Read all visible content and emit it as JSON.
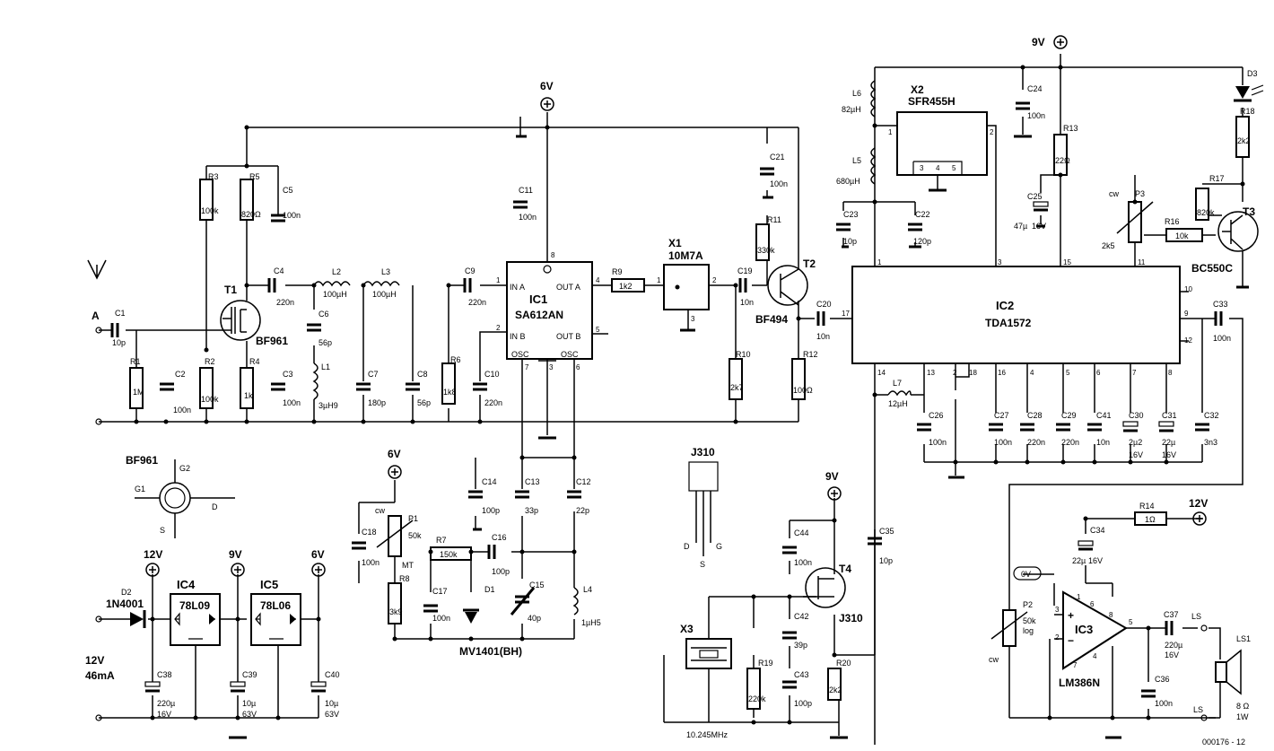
{
  "footer": "000176 - 12",
  "supplies": {
    "v6_top": "6V",
    "v9_top": "9V",
    "v6_p1": "6V",
    "v9_t4": "9V",
    "v12_r14": "12V",
    "v12_in": "12V",
    "v9_ic4": "9V",
    "v6_ic5": "6V",
    "in_rating_v": "12V",
    "in_rating_i": "46mA",
    "vref": "0V"
  },
  "antenna": {
    "a": "A"
  },
  "ics": {
    "ic1": {
      "name": "IC1",
      "part": "SA612AN",
      "ina": "IN A",
      "inb": "IN B",
      "outa": "OUT A",
      "outb": "OUT B",
      "osc1": "OSC",
      "osc2": "OSC",
      "p1": "1",
      "p2": "2",
      "p4": "4",
      "p5": "5",
      "p6": "6",
      "p7": "7",
      "p3": "3",
      "p8": "8"
    },
    "ic2": {
      "name": "IC2",
      "part": "TDA1572",
      "pins": [
        "1",
        "3",
        "15",
        "11",
        "10",
        "9",
        "12",
        "17",
        "14",
        "13",
        "2",
        "18",
        "16",
        "4",
        "5",
        "6",
        "7",
        "8"
      ]
    },
    "ic3": {
      "name": "IC3",
      "part": "LM386N",
      "p3": "3",
      "p2": "2",
      "p6": "6",
      "p8": "8",
      "p5": "5",
      "p1": "1",
      "p7": "7",
      "p4": "4"
    },
    "ic4": {
      "name": "IC4",
      "part": "78L09"
    },
    "ic5": {
      "name": "IC5",
      "part": "78L06"
    }
  },
  "filters": {
    "x1": {
      "name": "X1",
      "part": "10M7A",
      "p1": "1",
      "p2": "2",
      "p3": "3"
    },
    "x2": {
      "name": "X2",
      "part": "SFR455H",
      "p1": "1",
      "p2": "2",
      "p3": "3",
      "p4": "4",
      "p5": "5"
    },
    "x3": {
      "name": "X3",
      "freq": "10.245MHz"
    }
  },
  "transistors": {
    "t1": {
      "name": "T1",
      "part": "BF961"
    },
    "t2": {
      "name": "T2",
      "part": "BF494"
    },
    "t3": {
      "name": "T3",
      "part": "BC550C"
    },
    "t4": {
      "name": "T4",
      "part": "J310"
    }
  },
  "pinouts": {
    "bf961": {
      "title": "BF961",
      "g1": "G1",
      "g2": "G2",
      "d": "D",
      "s": "S"
    },
    "j310": {
      "title": "J310",
      "d": "D",
      "g": "G",
      "s": "S"
    }
  },
  "resistors": {
    "r1": [
      "R1",
      "1M"
    ],
    "r2": [
      "R2",
      "100k"
    ],
    "r3": [
      "R3",
      "100k"
    ],
    "r4": [
      "R4",
      "1k"
    ],
    "r5": [
      "R5",
      "820Ω"
    ],
    "r6": [
      "R6",
      "1k8"
    ],
    "r7": [
      "R7",
      "150k"
    ],
    "r8": [
      "R8",
      "3k9"
    ],
    "r9": [
      "R9",
      "1k2"
    ],
    "r10": [
      "R10",
      "2k7"
    ],
    "r11": [
      "R11",
      "330k"
    ],
    "r12": [
      "R12",
      "100Ω"
    ],
    "r13": [
      "R13",
      "22Ω"
    ],
    "r14": [
      "R14",
      "1Ω"
    ],
    "r16": [
      "R16",
      "10k"
    ],
    "r17": [
      "R17",
      "820k"
    ],
    "r18": [
      "R18",
      "2k2"
    ],
    "r19": [
      "R19",
      "220k"
    ],
    "r20": [
      "R20",
      "2k2"
    ]
  },
  "pots": {
    "p1": [
      "P1",
      "50k",
      "cw"
    ],
    "p2": [
      "P2",
      "50k",
      "log",
      "cw"
    ],
    "p3": [
      "P3",
      "2k5",
      "cw"
    ],
    "mt": "MT"
  },
  "capacitors": {
    "c1": [
      "C1",
      "10p"
    ],
    "c2": [
      "C2",
      "100n"
    ],
    "c3": [
      "C3",
      "100n"
    ],
    "c4": [
      "C4",
      "220n"
    ],
    "c5": [
      "C5",
      "100n"
    ],
    "c6": [
      "C6",
      "56p"
    ],
    "c7": [
      "C7",
      "180p"
    ],
    "c8": [
      "C8",
      "56p"
    ],
    "c9": [
      "C9",
      "220n"
    ],
    "c10": [
      "C10",
      "220n"
    ],
    "c11": [
      "C11",
      "100n"
    ],
    "c12": [
      "C12",
      "22p"
    ],
    "c13": [
      "C13",
      "33p"
    ],
    "c14": [
      "C14",
      "100p"
    ],
    "c15": [
      "C15",
      "40p"
    ],
    "c16": [
      "C16",
      "100p"
    ],
    "c17": [
      "C17",
      "100n"
    ],
    "c18": [
      "C18",
      "100n"
    ],
    "c19": [
      "C19",
      "10n"
    ],
    "c20": [
      "C20",
      "10n"
    ],
    "c21": [
      "C21",
      "100n"
    ],
    "c22": [
      "C22",
      "120p"
    ],
    "c23": [
      "C23",
      "10p"
    ],
    "c24": [
      "C24",
      "100n"
    ],
    "c25": [
      "C25",
      "47µ",
      "16V"
    ],
    "c26": [
      "C26",
      "100n"
    ],
    "c27": [
      "C27",
      "100n"
    ],
    "c28": [
      "C28",
      "220n"
    ],
    "c29": [
      "C29",
      "220n"
    ],
    "c30": [
      "C30",
      "2µ2",
      "16V"
    ],
    "c31": [
      "C31",
      "22µ",
      "16V"
    ],
    "c32": [
      "C32",
      "3n3"
    ],
    "c33": [
      "C33",
      "100n"
    ],
    "c34": [
      "C34",
      "22µ",
      "16V"
    ],
    "c35": [
      "C35",
      "10p"
    ],
    "c36": [
      "C36",
      "100n"
    ],
    "c37": [
      "C37",
      "220µ",
      "16V"
    ],
    "c38": [
      "C38",
      "220µ",
      "16V"
    ],
    "c39": [
      "C39",
      "10µ",
      "63V"
    ],
    "c40": [
      "C40",
      "10µ",
      "63V"
    ],
    "c41": [
      "C41",
      "10n"
    ],
    "c42": [
      "C42",
      "39p"
    ],
    "c43": [
      "C43",
      "100p"
    ],
    "c44": [
      "C44",
      "100n"
    ]
  },
  "inductors": {
    "l1": [
      "L1",
      "3µH9"
    ],
    "l2": [
      "L2",
      "100µH"
    ],
    "l3": [
      "L3",
      "100µH"
    ],
    "l4": [
      "L4",
      "1µH5"
    ],
    "l5": [
      "L5",
      "680µH"
    ],
    "l6": [
      "L6",
      "82µH"
    ],
    "l7": [
      "L7",
      "12µH"
    ]
  },
  "diodes": {
    "d1": [
      "D1",
      "MV1401(BH)"
    ],
    "d2": [
      "D2",
      "1N4001"
    ],
    "d3": "D3"
  },
  "speaker": {
    "ls1": "LS1",
    "imp": "8 Ω",
    "pwr": "1W",
    "ls_a": "LS",
    "ls_b": "LS"
  }
}
